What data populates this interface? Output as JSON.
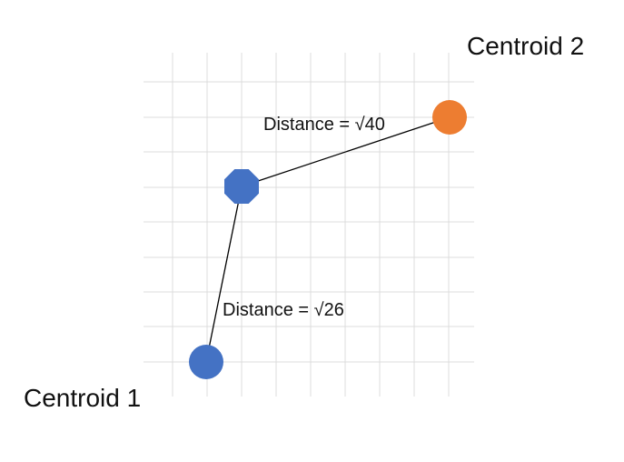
{
  "labels": {
    "centroid_1": "Centroid 1",
    "centroid_2": "Centroid 2",
    "distance_upper": "Distance = √40",
    "distance_lower": "Distance = √26"
  },
  "colors": {
    "centroid_1": "#4472C4",
    "data_point": "#4472C4",
    "centroid_2": "#ED7D31"
  }
}
